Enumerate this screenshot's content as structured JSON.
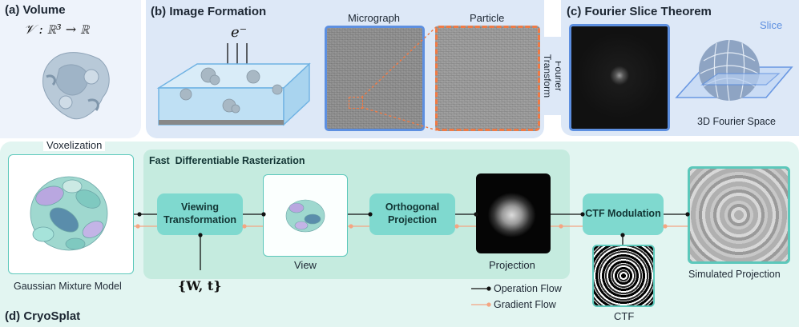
{
  "panels": {
    "volume": {
      "title": "(a) Volume",
      "equation": "𝒱 : ℝ³ → ℝ"
    },
    "image_formation": {
      "title": "(b) Image Formation",
      "electron": "e⁻",
      "micrograph": "Micrograph",
      "particle": "Particle"
    },
    "fourier_transform": {
      "line1": "Fourier",
      "line2": "Transform"
    },
    "fourier_slice": {
      "title": "(c) Fourier Slice Theorem",
      "slice": "Slice",
      "space": "3D Fourier Space"
    },
    "cryosplat": {
      "title": "(d) CryoSplat",
      "voxelization": "Voxelization",
      "gmm": "Gaussian Mixture Model",
      "rasterization": "Fast  Differentiable Rasterization",
      "viewing": "Viewing Transformation",
      "params": "{W, t}",
      "view": "View",
      "orthogonal": "Orthogonal Projection",
      "projection": "Projection",
      "ctf_mod": "CTF Modulation",
      "ctf": "CTF",
      "simulated": "Simulated Projection"
    }
  },
  "legend": {
    "operation": "Operation Flow",
    "gradient": "Gradient Flow"
  },
  "colors": {
    "panel_bg": "#dde8f7",
    "bottom_bg": "#e2f5f1",
    "raster_bg": "#c5ebdf",
    "box": "#7fd9cf",
    "operation": "#111111",
    "gradient": "#f4a582",
    "particle_border": "#f07a45",
    "micrograph_border": "#5d8fe0"
  }
}
